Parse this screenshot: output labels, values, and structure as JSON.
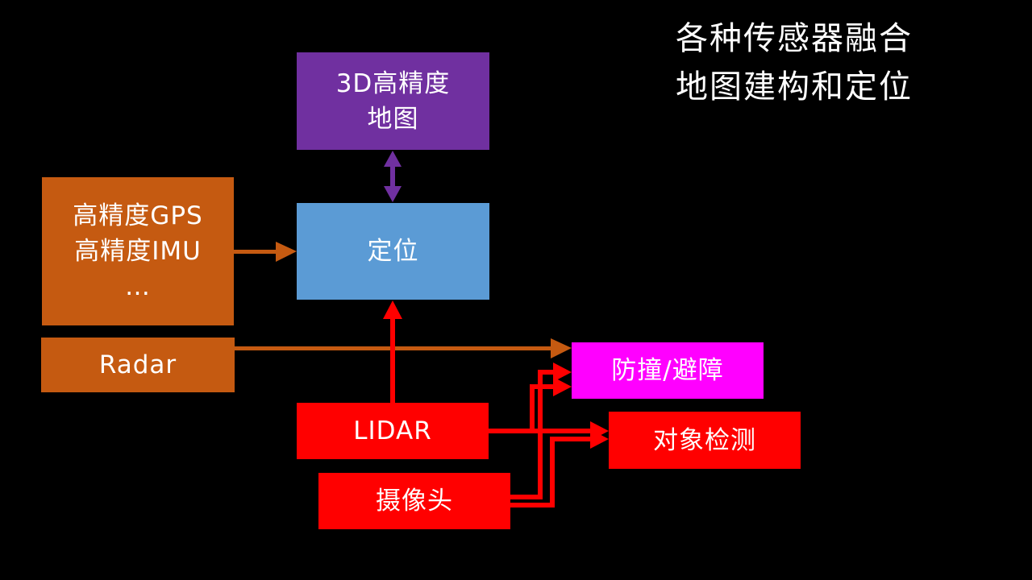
{
  "title": {
    "line1": "各种传感器融合",
    "line2": "地图建构和定位"
  },
  "nodes": {
    "hd_map": {
      "line1": "3D高精度",
      "line2": "地图",
      "color": "#7030a0"
    },
    "localization": {
      "label": "定位",
      "color": "#5b9bd5"
    },
    "gps_imu": {
      "line1": "高精度GPS",
      "line2": "高精度IMU",
      "line3": "…",
      "color": "#c55a11"
    },
    "radar": {
      "label": "Radar",
      "color": "#c55a11"
    },
    "collision_avoidance": {
      "label": "防撞/避障",
      "color": "#ff00ff"
    },
    "lidar": {
      "label": "LIDAR",
      "color": "#ff0000"
    },
    "object_detection": {
      "label": "对象检测",
      "color": "#ff0000"
    },
    "camera": {
      "label": "摄像头",
      "color": "#ff0000"
    }
  },
  "edges": [
    {
      "from": "hd_map",
      "to": "localization",
      "bidirectional": true,
      "color": "#7030a0"
    },
    {
      "from": "gps_imu",
      "to": "localization",
      "color": "#c55a11"
    },
    {
      "from": "radar",
      "to": "collision_avoidance",
      "color": "#c55a11"
    },
    {
      "from": "lidar",
      "to": "localization",
      "color": "#ff0000"
    },
    {
      "from": "lidar",
      "to": "collision_avoidance",
      "color": "#ff0000"
    },
    {
      "from": "lidar",
      "to": "object_detection",
      "color": "#ff0000"
    },
    {
      "from": "camera",
      "to": "collision_avoidance",
      "color": "#ff0000"
    },
    {
      "from": "camera",
      "to": "object_detection",
      "color": "#ff0000"
    }
  ]
}
